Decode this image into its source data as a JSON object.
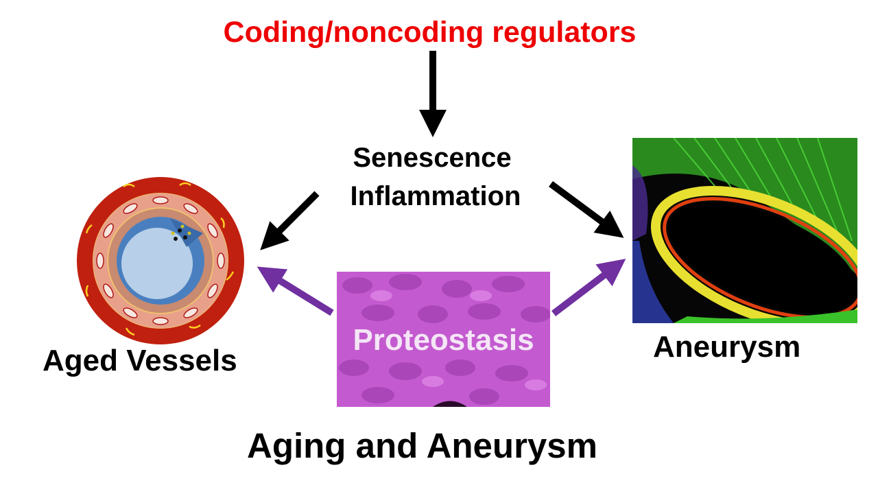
{
  "diagram": {
    "top_title": "Coding/noncoding regulators",
    "center_line1": "Senescence",
    "center_line2": "Inflammation",
    "left_label": "Aged Vessels",
    "right_label": "Aneurysm",
    "proteostasis_label": "Proteostasis",
    "bottom_title": "Aging and Aneurysm"
  },
  "colors": {
    "top_title": "#ee0000",
    "black_arrow": "#000000",
    "purple_arrow": "#7030a0",
    "vessel_outer": "#c0200f",
    "vessel_lumen": "#b7cfe8",
    "proteo_bg": "#c45ad0",
    "aneurysm_bg": "#060606",
    "aneurysm_green": "#3ac22a"
  }
}
